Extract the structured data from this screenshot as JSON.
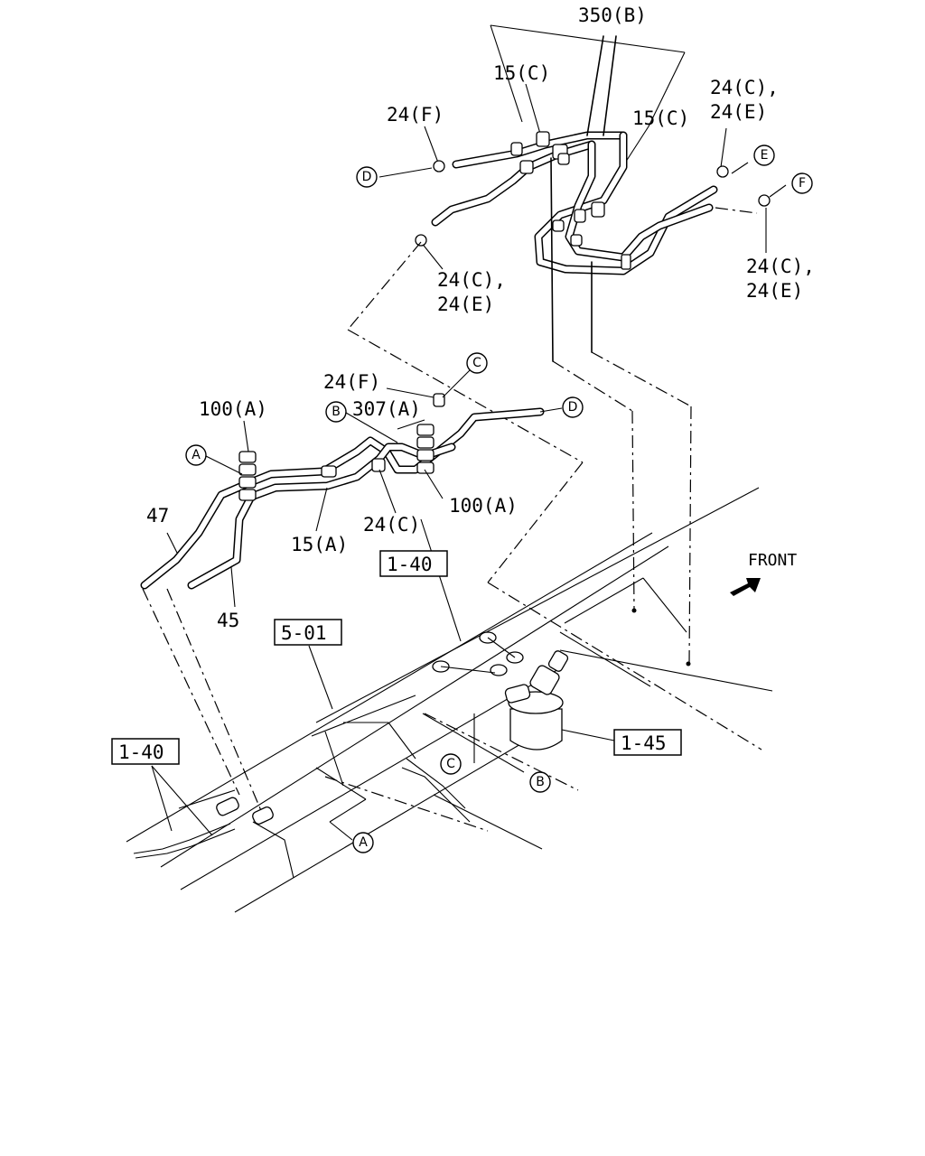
{
  "labels": {
    "l350b": "350(B)",
    "l15c_top": "15(C)",
    "l15c_mid": "15(C)",
    "l24f_top": "24(F)",
    "l24ce_right1a": "24(C),",
    "l24ce_right1b": "24(E)",
    "l24ce_right2a": "24(C),",
    "l24ce_right2b": "24(E)",
    "l24ce_mida": "24(C),",
    "l24ce_midb": "24(E)",
    "l24f_mid": "24(F)",
    "l307a": "307(A)",
    "l100a_left": "100(A)",
    "l100a_right": "100(A)",
    "l47": "47",
    "l45": "45",
    "l15a": "15(A)",
    "l24c": "24(C)",
    "front": "FRONT"
  },
  "callouts": {
    "D_top": "D",
    "E": "E",
    "F": "F",
    "C_mid": "C",
    "D_mid": "D",
    "B_mid": "B",
    "A_mid": "A",
    "C_low": "C",
    "B_low": "B",
    "A_low": "A"
  },
  "refboxes": {
    "r140_mid": "1-40",
    "r501": "5-01",
    "r145": "1-45",
    "r140_low": "1-40"
  }
}
